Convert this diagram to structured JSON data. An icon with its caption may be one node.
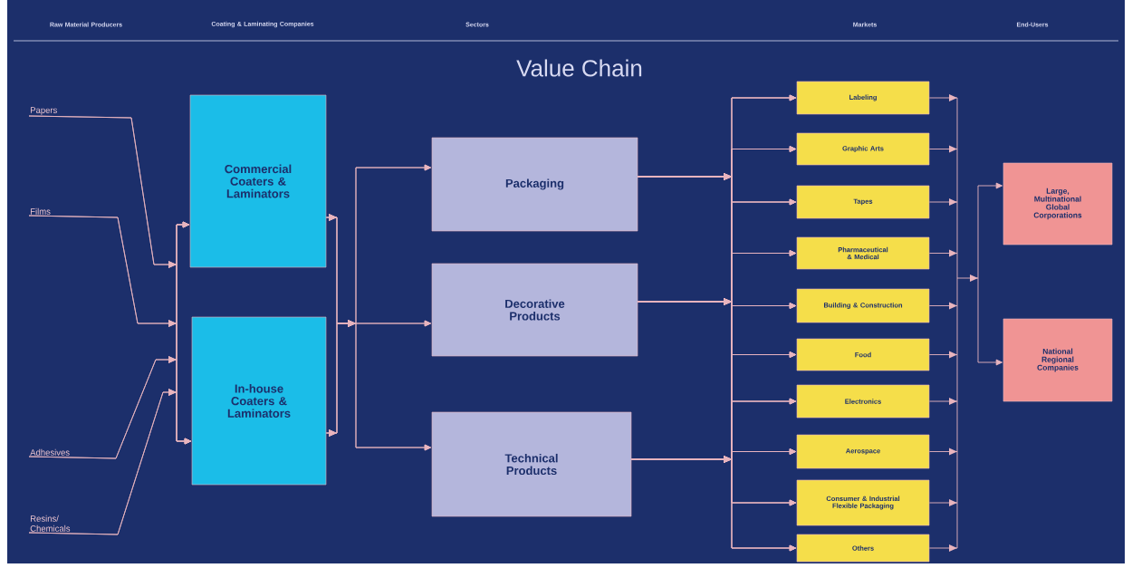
{
  "diagram": {
    "title": "Value Chain",
    "nodes": [
      {
        "text": [
          "Papers"
        ]
      },
      {
        "text": [
          "Films"
        ]
      },
      {
        "text": [
          "Adhesives"
        ]
      },
      {
        "text": [
          "Resins/ Chemicals"
        ]
      },
      {
        "text": [
          "Commercial Coaters & Laminators"
        ]
      },
      {
        "text": [
          "In-house Coaters & Laminators"
        ]
      },
      {
        "text": [
          "Packaging"
        ]
      },
      {
        "text": [
          "Decorative Products"
        ]
      },
      {
        "text": [
          "Technical Products"
        ]
      },
      {
        "text": [
          "Labeling"
        ]
      },
      {
        "text": [
          "Graphic Arts"
        ]
      },
      {
        "text": [
          "Tapes"
        ]
      },
      {
        "text": [
          "Pharmaceutical & Medical"
        ]
      },
      {
        "text": [
          "Building & Construction"
        ]
      },
      {
        "text": [
          "Food"
        ]
      },
      {
        "text": [
          "Electronics"
        ]
      },
      {
        "text": [
          "Aerospace"
        ]
      },
      {
        "text": [
          "Consumer & Industrial Flexible Packaging"
        ]
      },
      {
        "text": [
          "Others"
        ]
      },
      {
        "text": [
          "Large, Multinational Global Corporations"
        ]
      },
      {
        "text": [
          "National Regional Companies"
        ]
      }
    ],
    "edges": [
      {
        "from": 0,
        "to": 4,
        "arrow": "to"
      },
      {
        "from": 0,
        "to": 5,
        "arrow": "to"
      },
      {
        "from": 1,
        "to": 4,
        "arrow": "to"
      },
      {
        "from": 1,
        "to": 5,
        "arrow": "to"
      },
      {
        "from": 2,
        "to": 4,
        "arrow": "to"
      },
      {
        "from": 2,
        "to": 5,
        "arrow": "to"
      },
      {
        "from": 3,
        "to": 4,
        "arrow": "to"
      },
      {
        "from": 3,
        "to": 5,
        "arrow": "to"
      },
      {
        "from": 4,
        "to": 6,
        "arrow": "to"
      },
      {
        "from": 4,
        "to": 7,
        "arrow": "to"
      },
      {
        "from": 4,
        "to": 8,
        "arrow": "to"
      },
      {
        "from": 5,
        "to": 6,
        "arrow": "to"
      },
      {
        "from": 5,
        "to": 7,
        "arrow": "to"
      },
      {
        "from": 5,
        "to": 8,
        "arrow": "to"
      },
      {
        "from": 6,
        "to": 9,
        "arrow": "to"
      },
      {
        "from": 6,
        "to": 10,
        "arrow": "to"
      },
      {
        "from": 6,
        "to": 11,
        "arrow": "to"
      },
      {
        "from": 6,
        "to": 12,
        "arrow": "to"
      },
      {
        "from": 6,
        "to": 13,
        "arrow": "to"
      },
      {
        "from": 6,
        "to": 14,
        "arrow": "to"
      },
      {
        "from": 6,
        "to": 15,
        "arrow": "to"
      },
      {
        "from": 6,
        "to": 16,
        "arrow": "to"
      },
      {
        "from": 6,
        "to": 17,
        "arrow": "to"
      },
      {
        "from": 6,
        "to": 18,
        "arrow": "to"
      },
      {
        "from": 7,
        "to": 9,
        "arrow": "to"
      },
      {
        "from": 7,
        "to": 10,
        "arrow": "to"
      },
      {
        "from": 7,
        "to": 11,
        "arrow": "to"
      },
      {
        "from": 7,
        "to": 12,
        "arrow": "to"
      },
      {
        "from": 7,
        "to": 13,
        "arrow": "to"
      },
      {
        "from": 7,
        "to": 14,
        "arrow": "to"
      },
      {
        "from": 7,
        "to": 15,
        "arrow": "to"
      },
      {
        "from": 7,
        "to": 16,
        "arrow": "to"
      },
      {
        "from": 7,
        "to": 17,
        "arrow": "to"
      },
      {
        "from": 7,
        "to": 18,
        "arrow": "to"
      },
      {
        "from": 8,
        "to": 9,
        "arrow": "to"
      },
      {
        "from": 8,
        "to": 10,
        "arrow": "to"
      },
      {
        "from": 8,
        "to": 11,
        "arrow": "to"
      },
      {
        "from": 8,
        "to": 12,
        "arrow": "to"
      },
      {
        "from": 8,
        "to": 13,
        "arrow": "to"
      },
      {
        "from": 8,
        "to": 14,
        "arrow": "to"
      },
      {
        "from": 8,
        "to": 15,
        "arrow": "to"
      },
      {
        "from": 8,
        "to": 16,
        "arrow": "to"
      },
      {
        "from": 8,
        "to": 17,
        "arrow": "to"
      },
      {
        "from": 8,
        "to": 18,
        "arrow": "to"
      },
      {
        "from": 9,
        "to": 19,
        "arrow": "to"
      },
      {
        "from": 9,
        "to": 20,
        "arrow": "to"
      },
      {
        "from": 10,
        "to": 19,
        "arrow": "to"
      },
      {
        "from": 10,
        "to": 20,
        "arrow": "to"
      },
      {
        "from": 11,
        "to": 19,
        "arrow": "to"
      },
      {
        "from": 11,
        "to": 20,
        "arrow": "to"
      },
      {
        "from": 12,
        "to": 19,
        "arrow": "to"
      },
      {
        "from": 12,
        "to": 20,
        "arrow": "to"
      },
      {
        "from": 13,
        "to": 19,
        "arrow": "to"
      },
      {
        "from": 13,
        "to": 20,
        "arrow": "to"
      },
      {
        "from": 14,
        "to": 19,
        "arrow": "to"
      },
      {
        "from": 14,
        "to": 20,
        "arrow": "to"
      },
      {
        "from": 15,
        "to": 19,
        "arrow": "to"
      },
      {
        "from": 15,
        "to": 20,
        "arrow": "to"
      },
      {
        "from": 16,
        "to": 19,
        "arrow": "to"
      },
      {
        "from": 16,
        "to": 20,
        "arrow": "to"
      },
      {
        "from": 17,
        "to": 19,
        "arrow": "to"
      },
      {
        "from": 17,
        "to": 20,
        "arrow": "to"
      },
      {
        "from": 18,
        "to": 19,
        "arrow": "to"
      },
      {
        "from": 18,
        "to": 20,
        "arrow": "to"
      }
    ],
    "labels": [
      "Raw Material Producers",
      "Coating & Laminating Companies",
      "Sectors",
      "Markets",
      "End-Users"
    ]
  }
}
